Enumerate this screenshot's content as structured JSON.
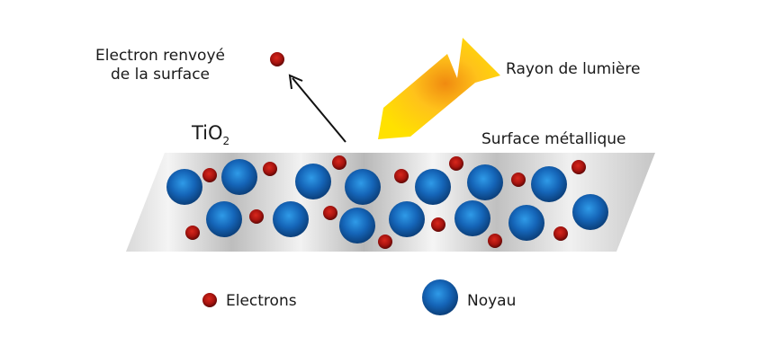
{
  "labels": {
    "ejected_electron_line1": "Electron renvoyé",
    "ejected_electron_line2": "de la surface",
    "light_ray": "Rayon de lumière",
    "tio2_base": "TiO",
    "tio2_subscript": "2",
    "metal_surface": "Surface métallique"
  },
  "legend": {
    "electrons": "Electrons",
    "nucleus": "Noyau"
  },
  "colors": {
    "electron": "#a8140f",
    "electron_edge": "#5e0806",
    "nucleus": "#1565b8",
    "nucleus_edge": "#0b3f7a",
    "light_ray_core": "#f08a10",
    "light_ray_outer": "#ffe100",
    "arrow": "#111111"
  }
}
